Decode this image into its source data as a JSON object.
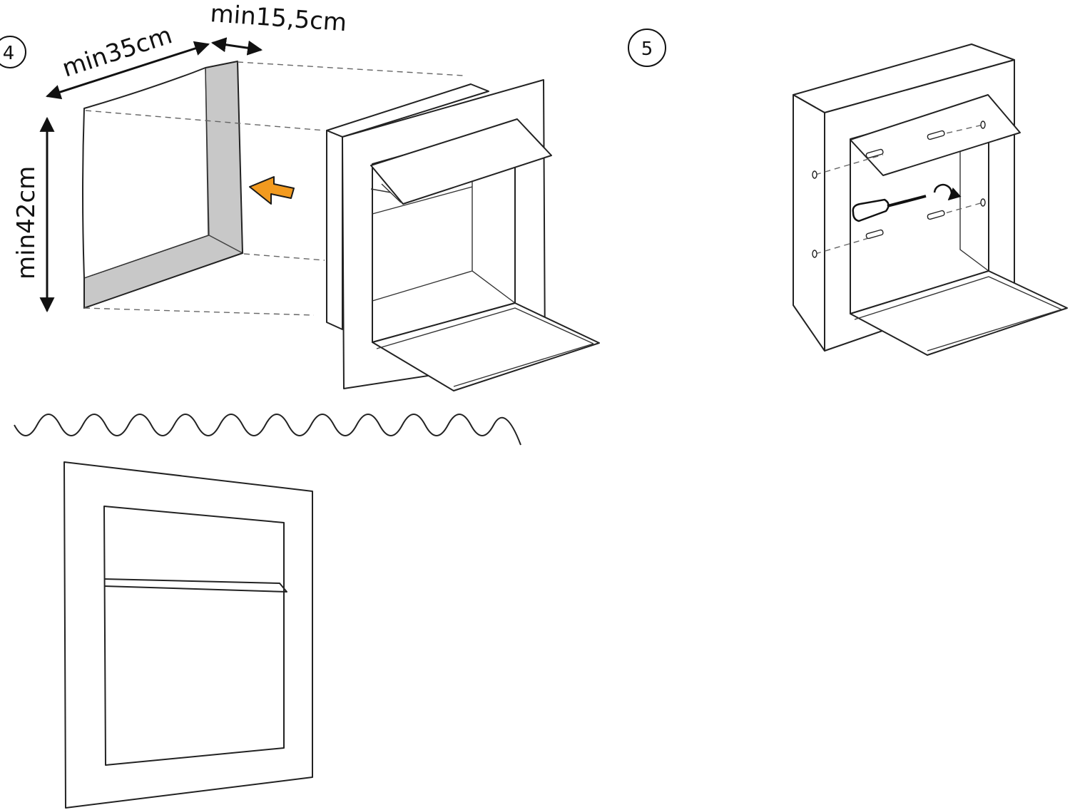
{
  "steps": {
    "step4": {
      "number": "4"
    },
    "step5": {
      "number": "5"
    }
  },
  "dimensions": {
    "width": "min35cm",
    "depth": "min15,5cm",
    "height": "min42cm"
  },
  "colors": {
    "accent_arrow": "#f29a1f",
    "recess_shade": "#c8c8c8",
    "line": "#222222"
  },
  "icons": [
    "insert-arrow-icon",
    "screwdriver-icon",
    "rotate-icon",
    "screw-icon",
    "wall-plug-icon",
    "wall-surface-icon"
  ]
}
